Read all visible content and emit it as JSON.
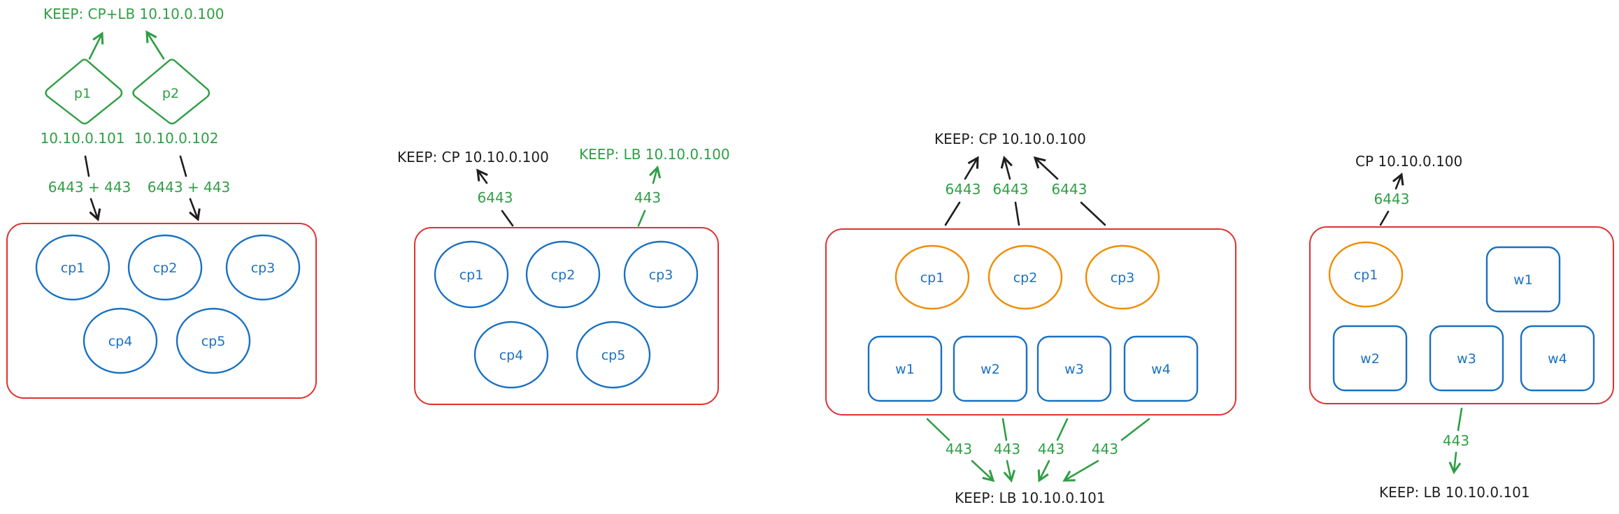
{
  "colors": {
    "container_border": "#e03131",
    "control_plane": "#1971c2",
    "control_plane_highlight": "#f08c00",
    "green_text": "#2f9e44",
    "black_text": "#1e1e1e"
  },
  "diagram1": {
    "keep_label": "KEEP: CP+LB 10.10.0.100",
    "proxy1": {
      "label": "p1",
      "ip": "10.10.0.101",
      "ports": "6443 + 443"
    },
    "proxy2": {
      "label": "p2",
      "ip": "10.10.0.102",
      "ports": "6443 + 443"
    },
    "nodes": [
      "cp1",
      "cp2",
      "cp3",
      "cp4",
      "cp5"
    ]
  },
  "diagram2": {
    "keep_cp_label": "KEEP: CP 10.10.0.100",
    "keep_lb_label": "KEEP: LB 10.10.0.100",
    "cp_port": "6443",
    "lb_port": "443",
    "nodes": [
      "cp1",
      "cp2",
      "cp3",
      "cp4",
      "cp5"
    ]
  },
  "diagram3": {
    "keep_cp_label": "KEEP: CP 10.10.0.100",
    "cp_ports": [
      "6443",
      "6443",
      "6443"
    ],
    "cp_nodes": [
      "cp1",
      "cp2",
      "cp3"
    ],
    "workers": [
      "w1",
      "w2",
      "w3",
      "w4"
    ],
    "lb_ports": [
      "443",
      "443",
      "443",
      "443"
    ],
    "keep_lb_label": "KEEP: LB 10.10.0.101"
  },
  "diagram4": {
    "cp_label": "CP 10.10.0.100",
    "cp_port": "6443",
    "cp_node": "cp1",
    "workers": [
      "w1",
      "w2",
      "w3",
      "w4"
    ],
    "lb_port": "443",
    "keep_lb_label": "KEEP: LB 10.10.0.101"
  }
}
